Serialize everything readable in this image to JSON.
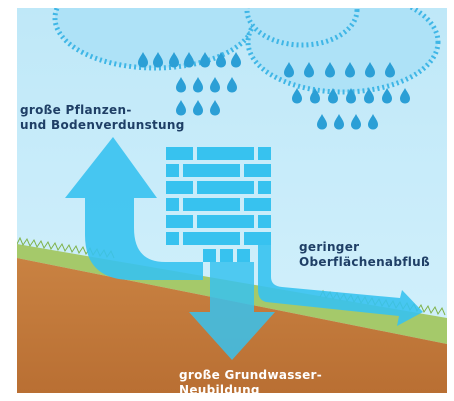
{
  "labels": {
    "evaporation_line1": "große Pflanzen-",
    "evaporation_line2": "und Bodenverdunstung",
    "runoff_line1": "geringer",
    "runoff_line2": "Oberflächenabfluß",
    "groundwater_line1": "große Grundwasser-",
    "groundwater_line2": "Neubildung"
  },
  "colors": {
    "sky": "#c6ecfa",
    "cloud": "#aee2f7",
    "cloud_edge": "#3fb6e6",
    "drop": "#2b9fd6",
    "arrow": "#37c2ef",
    "grass": "#a5c96a",
    "soil": "#c47a3d",
    "text_dark": "#1f3f66",
    "text_light": "#ffffff"
  }
}
